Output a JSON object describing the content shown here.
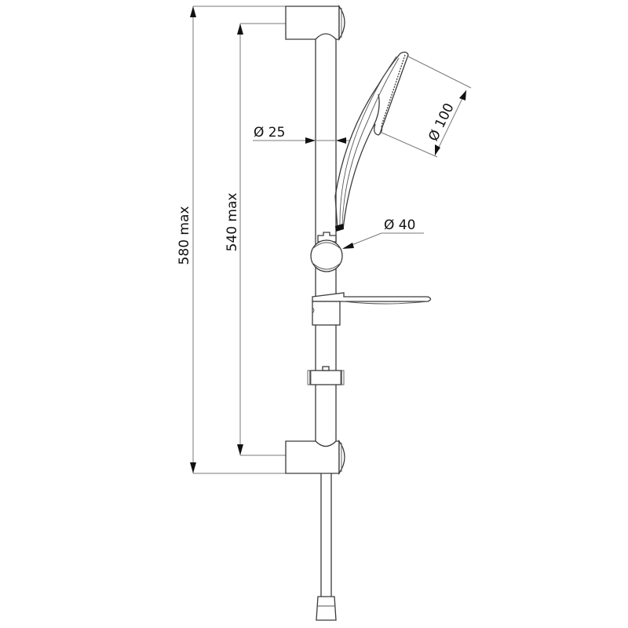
{
  "diagram": {
    "subject": "Shower rail set technical drawing",
    "dimensions": {
      "overall_height": "580 max",
      "bracket_spacing": "540 max",
      "rail_diameter": "Ø 25",
      "handshower_diameter": "Ø 100",
      "slider_diameter": "Ø 40"
    },
    "colors": {
      "line": "#3a3a3a",
      "dimension_line": "#7a7a7a",
      "text": "#111111",
      "background": "#ffffff"
    }
  }
}
